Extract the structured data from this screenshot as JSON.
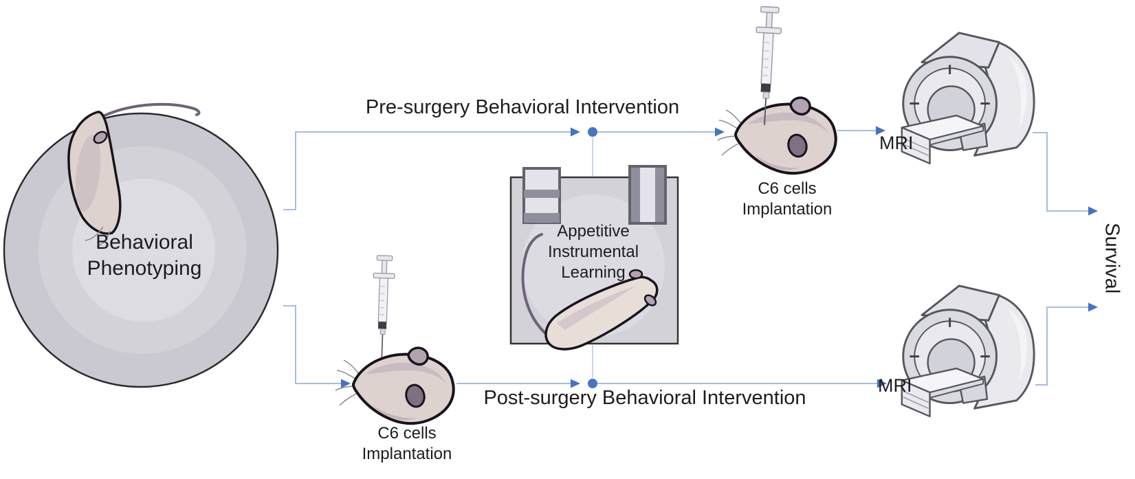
{
  "diagram_title": "Experimental design flow diagram",
  "nodes": {
    "behavioral_phenotyping": {
      "label": "Behavioral\nPhenotyping"
    },
    "pre_surgery": {
      "label": "Pre-surgery Behavioral Intervention"
    },
    "post_surgery": {
      "label": "Post-surgery Behavioral Intervention"
    },
    "appetitive_learning": {
      "label": "Appetitive\nInstrumental\nLearning"
    },
    "c6_implantation_top": {
      "label": "C6 cells\nImplantation"
    },
    "c6_implantation_bottom": {
      "label": "C6 cells\nImplantation"
    },
    "mri_top": {
      "label": "MRI"
    },
    "mri_bottom": {
      "label": "MRI"
    },
    "survival": {
      "label": "Survival"
    }
  },
  "colors": {
    "background": "#ffffff",
    "connector_line": "#a6bedd",
    "connector_faint": "#c9d7ec",
    "arrowhead": "#4472c4",
    "junction_dot": "#4576c6",
    "text": "#1d1d1f",
    "arena_outer": "#cac9d1",
    "arena_mid": "#d3d2d9",
    "arena_inner": "#dddce2",
    "chamber_fill": "#d2d2d8",
    "chamber_circle": "#dcdbe1",
    "lever_dark": "#8f8f9b",
    "lever_light": "#e4e3e9",
    "rat_fill": "#ddd2cd",
    "rat_shade": "#c6b7c0",
    "rat_outline": "#17141c",
    "mri_fill": "#e9e9ee",
    "mri_ring": "#dadae1",
    "mri_outline": "#56565f",
    "syringe_stroke": "#9a9aa6"
  }
}
